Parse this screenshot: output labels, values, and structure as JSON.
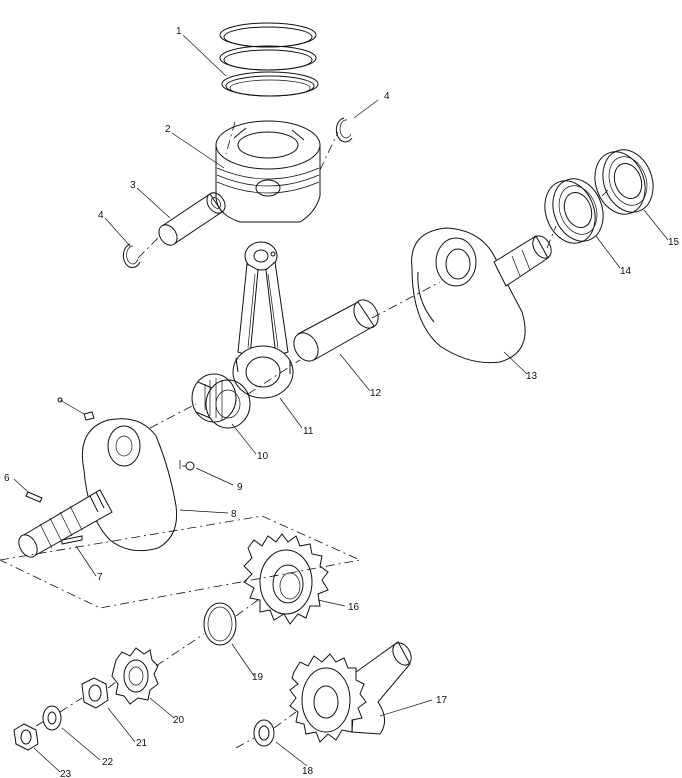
{
  "diagram": {
    "callouts": {
      "c1": "1",
      "c2": "2",
      "c3": "3",
      "c4a": "4",
      "c4b": "4",
      "c6": "6",
      "c7": "7",
      "c8": "8",
      "c9": "9",
      "c10": "10",
      "c11": "11",
      "c12": "12",
      "c13": "13",
      "c14": "14",
      "c15": "15",
      "c16": "16",
      "c17": "17",
      "c18": "18",
      "c19": "19",
      "c20": "20",
      "c21": "21",
      "c22": "22",
      "c23": "23"
    }
  }
}
